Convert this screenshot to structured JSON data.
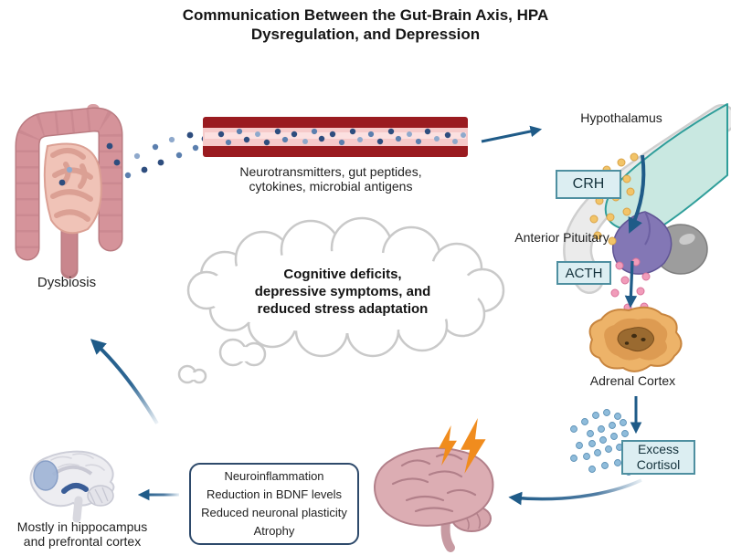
{
  "title": "Communication Between the Gut-Brain Axis, HPA Dysregulation, and Depression",
  "labels": {
    "dysbiosis": "Dysbiosis",
    "vessel_caption": "Neurotransmitters, gut peptides, cytokines, microbial antigens",
    "hypothalamus": "Hypothalamus",
    "crh": "CRH",
    "anterior_pituitary": "Anterior Pituitary",
    "acth": "ACTH",
    "adrenal_cortex": "Adrenal Cortex",
    "excess_cortisol": "Excess Cortisol",
    "brain_regions": "Mostly in hippocampus and prefrontal cortex"
  },
  "thought_cloud": {
    "text": "Cognitive deficits, depressive symptoms, and reduced stress adaptation"
  },
  "effects_box": {
    "items": [
      "Neuroinflammation",
      "Reduction in BDNF levels",
      "Reduced neuronal plasticity",
      "Atrophy"
    ]
  },
  "colors": {
    "arrow": "#1f5b88",
    "label_box_fill": "#dceef2",
    "label_box_border": "#4e8fa0",
    "effects_box_border": "#2e4a6b",
    "bolt": "#f08c1e",
    "vessel_wall": "#9a1b20",
    "vessel_lumen": "#f6caca",
    "molecule_dot_dark": "#2e4d7e",
    "cortisol_dot": "#8fbcdb"
  }
}
